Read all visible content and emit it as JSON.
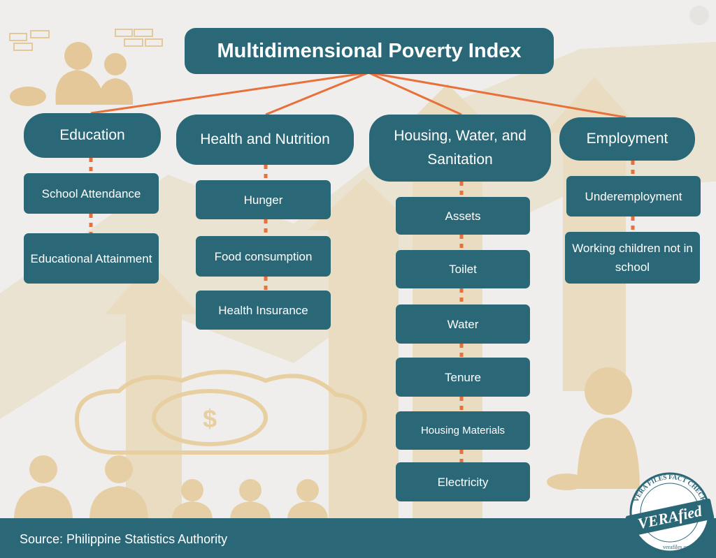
{
  "title": "Multidimensional Poverty Index",
  "categories": [
    {
      "label": "Education",
      "indicators": [
        "School Attendance",
        "Educational Attainment"
      ]
    },
    {
      "label": "Health and Nutrition",
      "indicators": [
        "Hunger",
        "Food consumption",
        "Health Insurance"
      ]
    },
    {
      "label": "Housing, Water, and Sanitation",
      "indicators": [
        "Assets",
        "Toilet",
        "Water",
        "Tenure",
        "Housing Materials",
        "Electricity"
      ]
    },
    {
      "label": "Employment",
      "indicators": [
        "Underemployment",
        "Working children not in school"
      ]
    }
  ],
  "source": "Source: Philippine Statistics Authority",
  "badge": {
    "arc_text": "VERA FILES FACT CHECK",
    "brand": "VERAfied",
    "url": "verafiles.org"
  },
  "colors": {
    "box": "#2a6878",
    "connector_main": "#e8703a",
    "connector_dots": "#e8703a",
    "background": "#efeeec",
    "background_art": "#e6d3ae"
  },
  "icons": [
    "money-cloud-icon",
    "family-icon",
    "sad-child-icon",
    "rising-arrows-icon",
    "people-hugging-icon"
  ]
}
